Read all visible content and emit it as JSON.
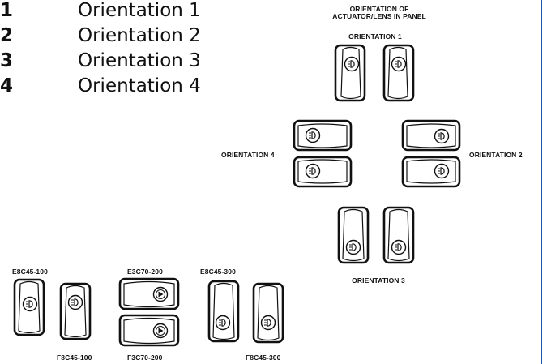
{
  "legend": [
    {
      "number": "1",
      "label": "Orientation 1"
    },
    {
      "number": "2",
      "label": "Orientation 2"
    },
    {
      "number": "3",
      "label": "Orientation 3"
    },
    {
      "number": "4",
      "label": "Orientation 4"
    }
  ],
  "diagram": {
    "heading_line1": "ORIENTATION OF",
    "heading_line2": "ACTUATOR/LENS IN PANEL",
    "orientation_1": "ORIENTATION 1",
    "orientation_2": "ORIENTATION 2",
    "orientation_3": "ORIENTATION 3",
    "orientation_4": "ORIENTATION 4"
  },
  "parts": {
    "e8c45_100": "E8C45-100",
    "f8c45_100": "F8C45-100",
    "e3c70_200": "E3C70-200",
    "f3c70_200": "F3C70-200",
    "e8c45_300": "E8C45-300",
    "f8c45_300": "F8C45-300"
  },
  "icons": {
    "lens": "headlight-icon",
    "arrow_lens": "play-arrow-icon"
  },
  "colors": {
    "rule": "#1f57a6",
    "ink": "#111111"
  }
}
